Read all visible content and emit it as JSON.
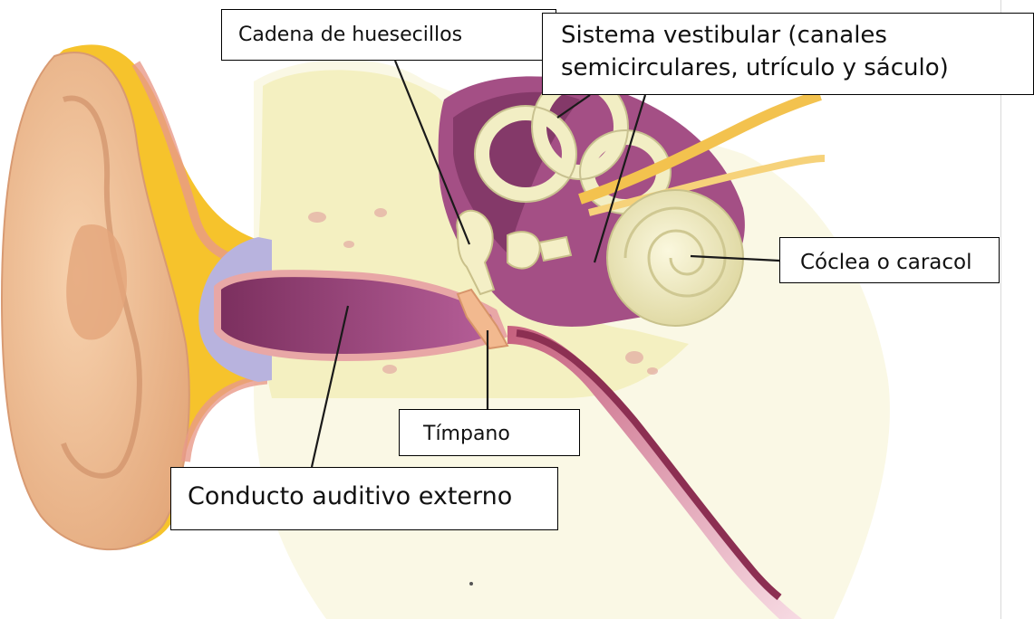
{
  "labels": {
    "cadena": "Cadena de huesecillos",
    "vestibular": "Sistema vestibular (canales semicirculares, utrículo y sáculo)",
    "coclea": "Cóclea o caracol",
    "timpano": "Tímpano",
    "conducto": "Conducto auditivo externo"
  },
  "colors": {
    "skin": "#f2c79a",
    "cartilage_yellow": "#f6c32c",
    "bone_cream": "#f4f0c4",
    "canal_purple": "#8a3d6b",
    "inner_purple": "#a64f86",
    "lavender": "#b9b4df",
    "pink_lining": "#e8a7a6"
  }
}
